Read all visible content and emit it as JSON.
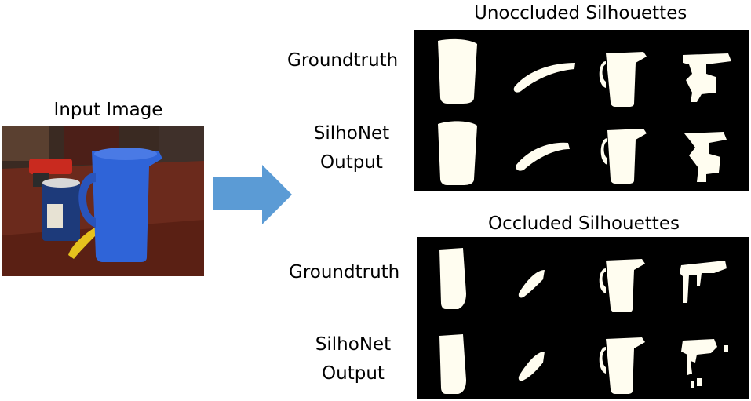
{
  "input": {
    "title": "Input Image"
  },
  "unoccluded": {
    "title": "Unoccluded Silhouettes",
    "row1_label": "Groundtruth",
    "row2_label_line1": "SilhoNet",
    "row2_label_line2": "Output"
  },
  "occluded": {
    "title": "Occluded Silhouettes",
    "row1_label": "Groundtruth",
    "row2_label_line1": "SilhoNet",
    "row2_label_line2": "Output"
  },
  "colors": {
    "arrow": "#5b9bd5",
    "silhouette": "#fffdf0",
    "panel_bg": "#000000",
    "pitcher": "#2f64d8",
    "table": "#6b2a1c"
  },
  "icons": {
    "arrow": "right-arrow-icon",
    "silhouettes": [
      "cup-silhouette",
      "banana-silhouette",
      "pitcher-silhouette",
      "drill-silhouette"
    ]
  }
}
